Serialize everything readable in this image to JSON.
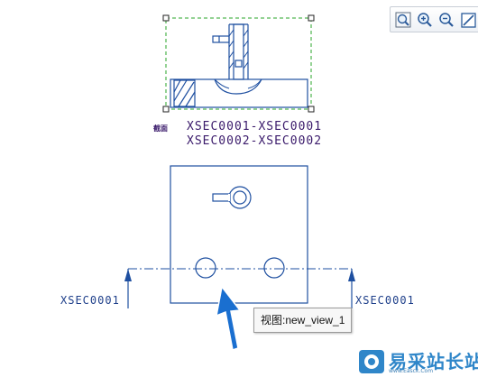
{
  "toolbar": {
    "buttons": [
      {
        "name": "refit-icon"
      },
      {
        "name": "zoom-in-icon"
      },
      {
        "name": "zoom-out-icon"
      },
      {
        "name": "repaint-icon"
      }
    ]
  },
  "section": {
    "tag": "截面",
    "line1": "XSEC0001-XSEC0001",
    "line2": "XSEC0002-XSEC0002"
  },
  "cut_labels": {
    "left": "XSEC0001",
    "right": "XSEC0001"
  },
  "tooltip": {
    "text": "视图:new_view_1"
  },
  "watermark": {
    "text": "易采站长站",
    "sub": "www.Easck.Com"
  },
  "colors": {
    "geometry": "#1e4fa0",
    "selection": "#2aa52a",
    "section_text": "#3a1a6b",
    "arrow": "#1a6fd0",
    "watermark": "#2f86c9"
  }
}
